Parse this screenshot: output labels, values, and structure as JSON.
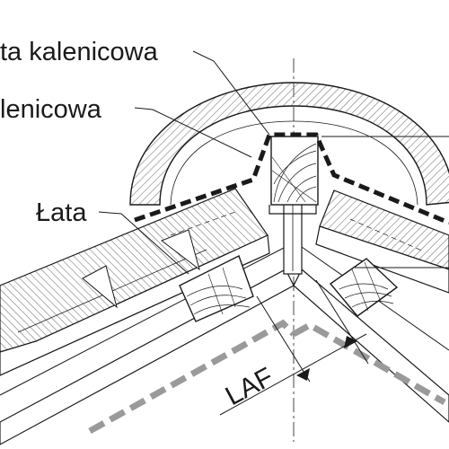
{
  "labels": {
    "ridge_batten": "ta kalenicowa",
    "ridge_element": "lenicowa",
    "batten": "Łata",
    "dimension": "LAF"
  },
  "colors": {
    "line": "#1a1a1a",
    "hatch": "#7a7a7a",
    "dashed_membrane": "#1a1a1a",
    "gray_dashes": "#9a9a9a"
  }
}
